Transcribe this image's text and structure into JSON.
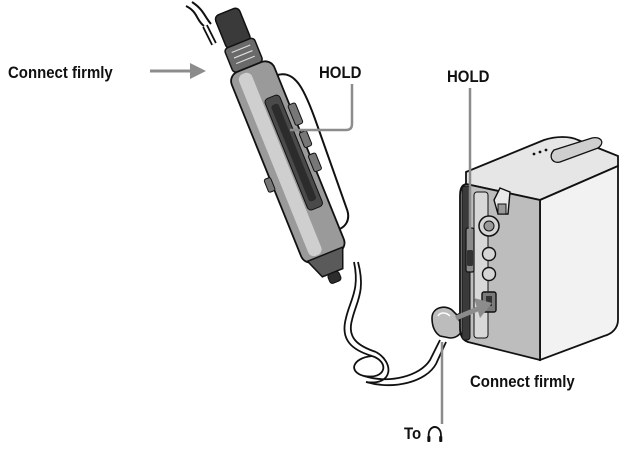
{
  "labels": {
    "connect_left": "Connect firmly",
    "hold_remote": "HOLD",
    "hold_player": "HOLD",
    "connect_right": "Connect firmly",
    "to_prefix": "To"
  },
  "icons": {
    "headphone": "headphone-icon"
  },
  "colors": {
    "line": "#111111",
    "arrow_gray": "#8c8c8c",
    "device_dark": "#3a3a3a",
    "device_mid": "#9a9a9a",
    "device_light": "#e6e6e6"
  }
}
